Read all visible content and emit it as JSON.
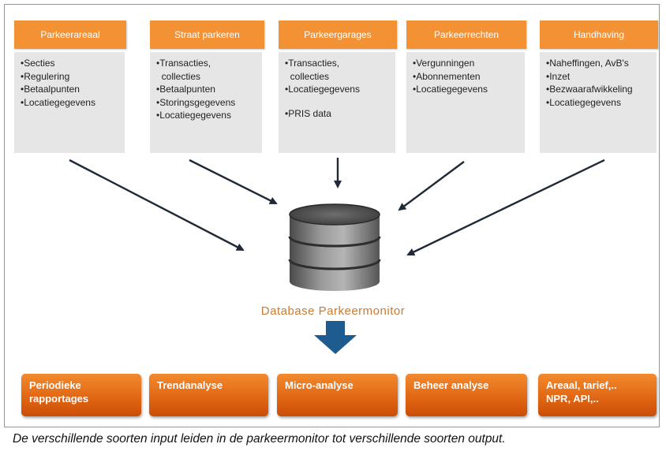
{
  "sources": [
    {
      "title": "Parkeerareaal",
      "items": [
        "•Secties",
        "•Regulering",
        "•Betaalpunten",
        "•Locatiegegevens"
      ]
    },
    {
      "title": "Straat parkeren",
      "items": [
        "•Transacties,",
        "  collecties",
        "•Betaalpunten",
        "•Storingsgegevens",
        "•Locatiegegevens"
      ]
    },
    {
      "title": "Parkeergarages",
      "items": [
        "•Transacties,",
        "  collecties",
        "•Locatiegegevens",
        "",
        "•PRIS data"
      ]
    },
    {
      "title": "Parkeerrechten",
      "items": [
        "•Vergunningen",
        "•Abonnementen",
        "•Locatiegegevens"
      ]
    },
    {
      "title": "Handhaving",
      "items": [
        "•Naheffingen, AvB's",
        "•Inzet",
        "•Bezwaarafwikkeling",
        "•Locatiegegevens"
      ]
    }
  ],
  "database_label": "Database Parkeermonitor",
  "outputs": [
    {
      "label": "Periodieke rapportages"
    },
    {
      "label": "Trendanalyse"
    },
    {
      "label": "Micro-analyse"
    },
    {
      "label": "Beheer analyse"
    },
    {
      "label": "Areaal, tarief,.. NPR, API,.."
    }
  ],
  "caption": "De verschillende soorten input leiden in de parkeermonitor tot verschillende soorten output.",
  "colors": {
    "header": "#f39234",
    "box": "#e6e6e6",
    "output": "#e06412",
    "arrow": "#1f2a36",
    "down_arrow": "#1e5b8f",
    "frame": "#e8765a",
    "db_label": "#c97b36"
  }
}
